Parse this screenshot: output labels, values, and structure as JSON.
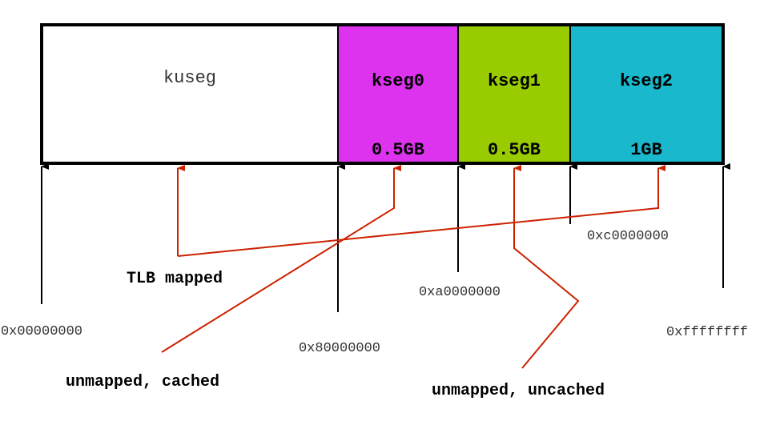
{
  "segments": [
    {
      "name": "kuseg",
      "size": "",
      "color": "#ffffff"
    },
    {
      "name": "kseg0",
      "size": "0.5GB",
      "color": "#dd33ee"
    },
    {
      "name": "kseg1",
      "size": "0.5GB",
      "color": "#99cc00"
    },
    {
      "name": "kseg2",
      "size": "1GB",
      "color": "#1ab8cc"
    }
  ],
  "addresses": [
    "0x00000000",
    "0x80000000",
    "0xa0000000",
    "0xc0000000",
    "0xffffffff"
  ],
  "annotations": {
    "tlb_mapped": "TLB mapped",
    "unmapped_cached": "unmapped, cached",
    "unmapped_uncached": "unmapped, uncached"
  },
  "colors": {
    "arrow": "#cc2200",
    "border": "#000000"
  }
}
